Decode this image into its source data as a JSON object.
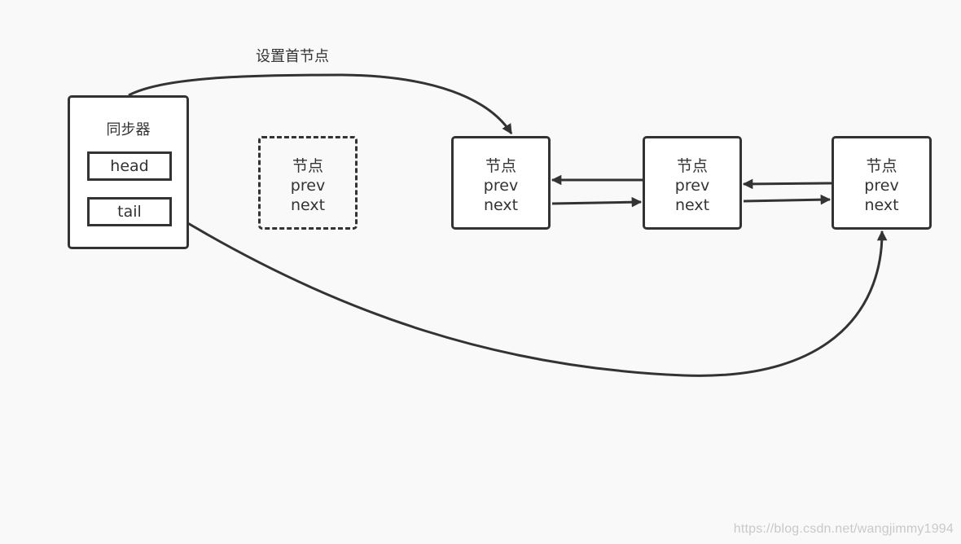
{
  "diagram": {
    "synchronizer": {
      "title": "同步器",
      "head_label": "head",
      "tail_label": "tail"
    },
    "pending_node": {
      "title": "节点",
      "prev": "prev",
      "next": "next"
    },
    "nodes": [
      {
        "title": "节点",
        "prev": "prev",
        "next": "next"
      },
      {
        "title": "节点",
        "prev": "prev",
        "next": "next"
      },
      {
        "title": "节点",
        "prev": "prev",
        "next": "next"
      }
    ],
    "edge_label": "设置首节点",
    "watermark": "https://blog.csdn.net/wangjimmy1994"
  },
  "colors": {
    "background": "#f9f9f9",
    "stroke": "#333333",
    "watermark": "#c9c9c9"
  }
}
